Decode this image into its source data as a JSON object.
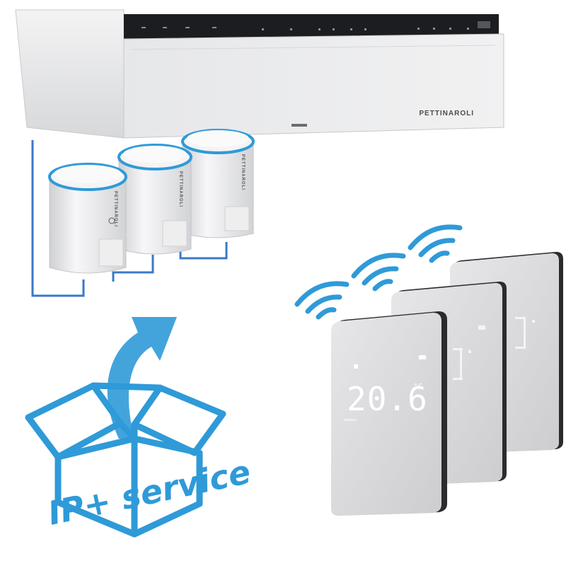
{
  "controller": {
    "brand": "PETTINAROLI"
  },
  "actuators": [
    {
      "brand": "PETTINAROLI"
    },
    {
      "brand": "PETTINAROLI"
    },
    {
      "brand": "PETTINAROLI"
    }
  ],
  "thermostats": {
    "front_reading": "20.6",
    "unit": "°C"
  },
  "promo": {
    "text": "IP+ service"
  },
  "colors": {
    "accent": "#2f9ad8",
    "device_body": "#e9e9ea",
    "device_shadow": "#bfc0c3",
    "display_glass": "#d9d9db",
    "bezel": "#2b2b2e"
  }
}
